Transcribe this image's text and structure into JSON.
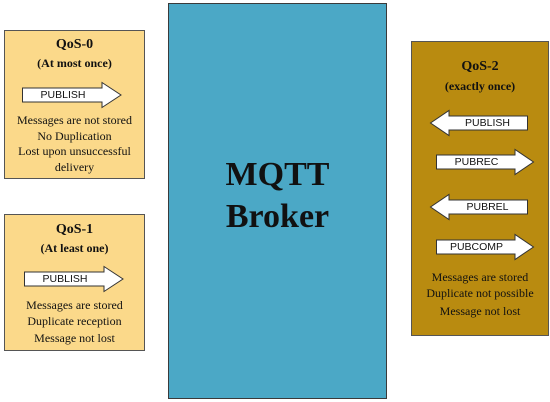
{
  "qos0": {
    "title": "QoS-0",
    "subtitle": "(At most once)",
    "arrow": "PUBLISH",
    "notes": [
      "Messages are not stored",
      "No Duplication",
      "Lost upon unsuccessful",
      "delivery"
    ]
  },
  "qos1": {
    "title": "QoS-1",
    "subtitle": "(At least one)",
    "arrow": "PUBLISH",
    "notes": [
      "Messages are stored",
      "Duplicate reception",
      "Message not lost"
    ]
  },
  "broker": {
    "line1": "MQTT",
    "line2": "Broker"
  },
  "qos2": {
    "title": "QoS-2",
    "subtitle": "(exactly once)",
    "arrows": [
      {
        "label": "PUBLISH",
        "direction": "left"
      },
      {
        "label": "PUBREC",
        "direction": "right"
      },
      {
        "label": "PUBREL",
        "direction": "left"
      },
      {
        "label": "PUBCOMP",
        "direction": "right"
      }
    ],
    "notes": [
      "Messages are stored",
      "Duplicate not possible",
      "Message not lost"
    ]
  },
  "colors": {
    "qos_box": "#fbd98a",
    "broker": "#4ba8c6",
    "qos2_box": "#b98b10"
  }
}
